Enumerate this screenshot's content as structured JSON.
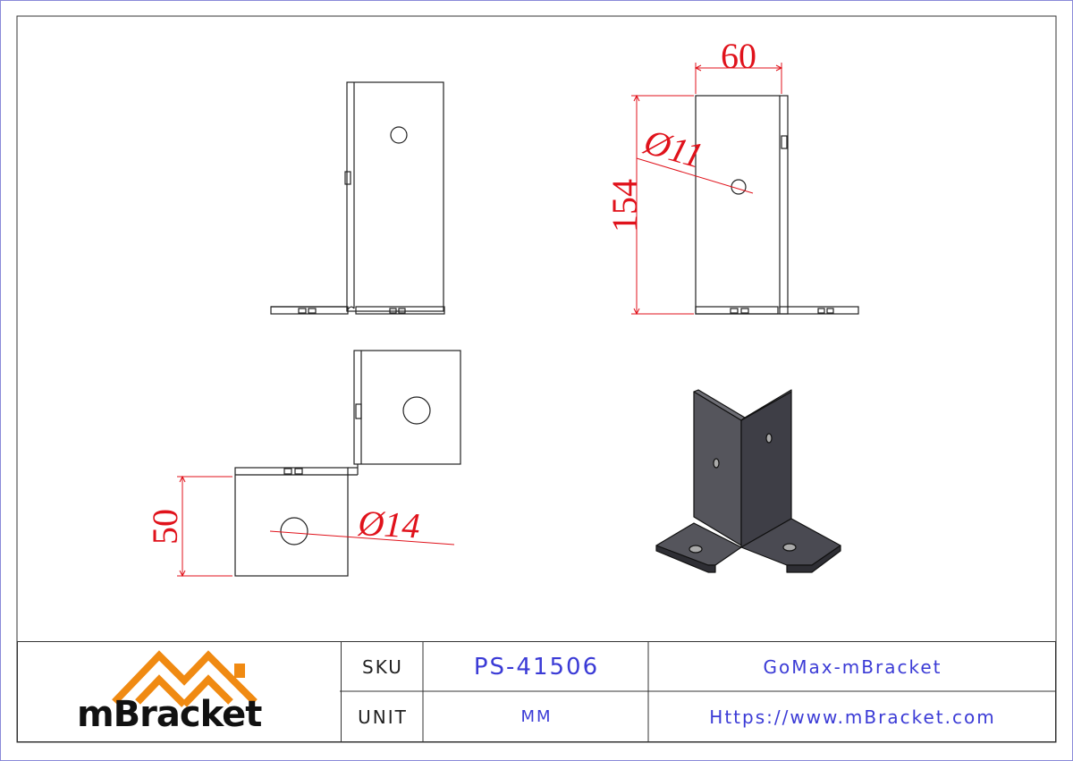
{
  "dimensions": {
    "width": "60",
    "height": "154",
    "hole_small": "Ø11",
    "side": "50",
    "hole_large": "Ø14"
  },
  "title_block": {
    "logo_text": "mBracket",
    "sku_label": "SKU",
    "sku_value": "PS-41506",
    "unit_label": "UNIT",
    "unit_value": "MM",
    "company": "GoMax-mBracket",
    "website": "Https://www.mBracket.com"
  },
  "colors": {
    "dimension": "#e0121b",
    "text_blue": "#3b3bd6",
    "logo_orange": "#f08a12",
    "part_dark": "#3e3e46"
  }
}
